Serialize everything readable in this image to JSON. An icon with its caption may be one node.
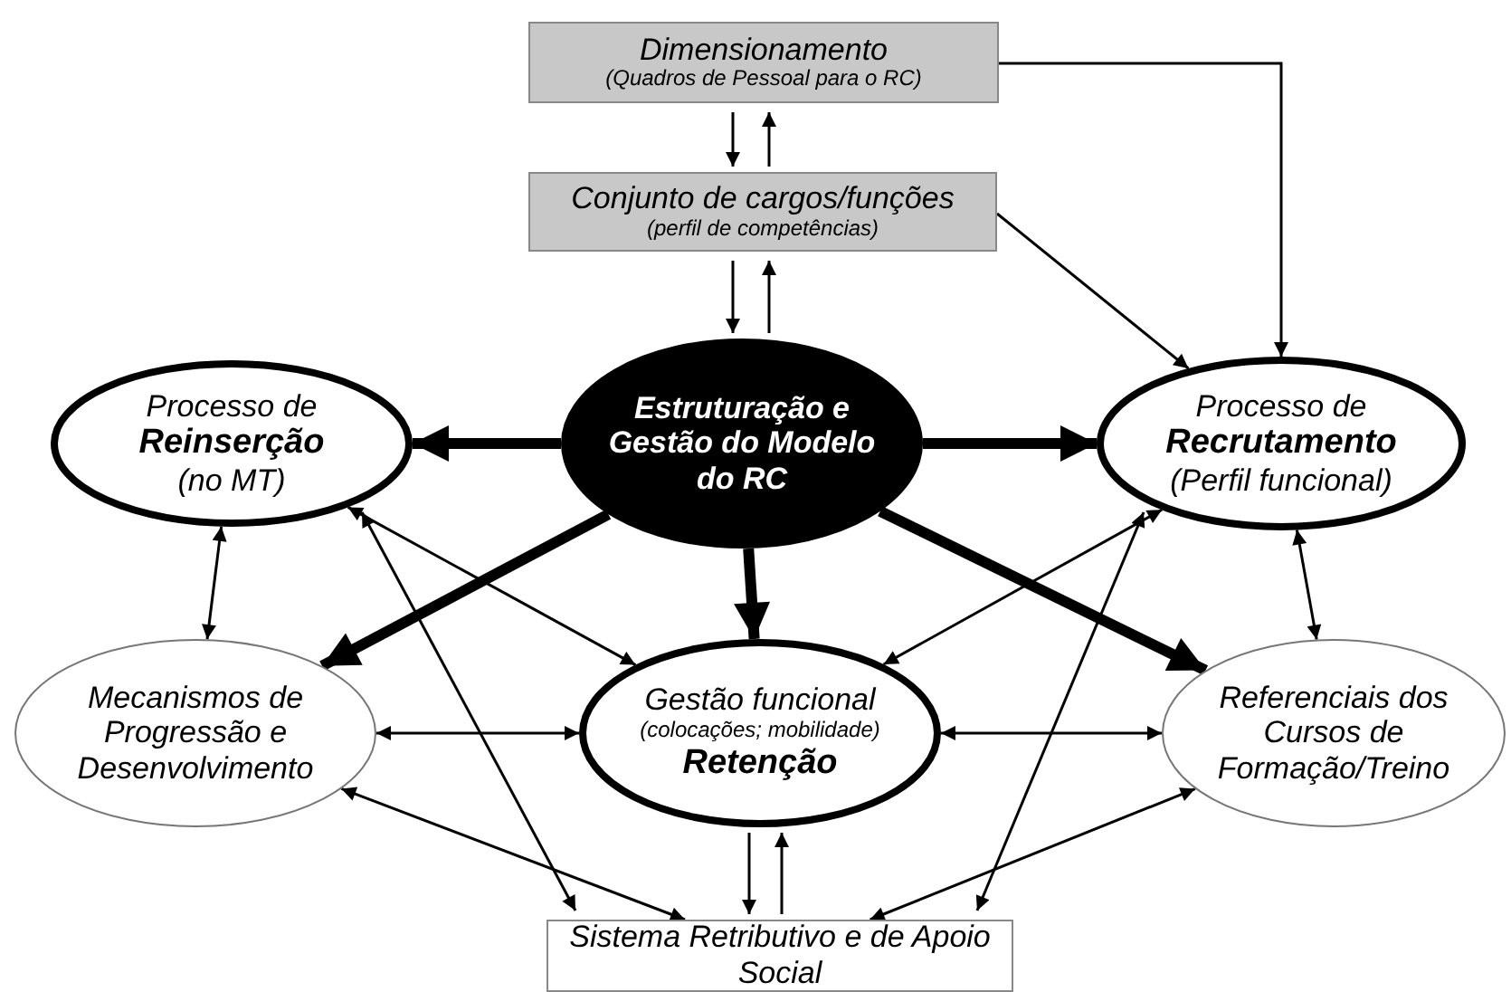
{
  "diagram": {
    "nodes": [
      {
        "text": [
          "Dimensionamento",
          "(Quadros de Pessoal para o RC)"
        ]
      },
      {
        "text": [
          "Conjunto de cargos/funções",
          "(perfil de competências)"
        ]
      },
      {
        "text": [
          "Processo de",
          "Reinserção",
          "(no MT)"
        ]
      },
      {
        "text": [
          "Estruturação e Gestão do Modelo do RC"
        ]
      },
      {
        "text": [
          "Processo de",
          "Recrutamento",
          "(Perfil funcional)"
        ]
      },
      {
        "text": [
          "Mecanismos de Progressão e Desenvolvimento"
        ]
      },
      {
        "text": [
          "Gestão funcional",
          "(colocações; mobilidade)",
          "Retenção"
        ]
      },
      {
        "text": [
          "Referenciais dos Cursos de Formação/Treino"
        ]
      },
      {
        "text": [
          "Sistema Retributivo e de Apoio Social"
        ]
      }
    ],
    "edges": [
      {
        "from": 0,
        "to": 1,
        "arrow": "to"
      },
      {
        "from": 1,
        "to": 0,
        "arrow": "to"
      },
      {
        "from": 0,
        "to": 4,
        "arrow": "to"
      },
      {
        "from": 1,
        "to": 4,
        "arrow": "to"
      },
      {
        "from": 1,
        "to": 3,
        "arrow": "to"
      },
      {
        "from": 3,
        "to": 1,
        "arrow": "to"
      },
      {
        "from": 3,
        "to": 2,
        "arrow": "to",
        "style": "thick"
      },
      {
        "from": 3,
        "to": 4,
        "arrow": "to",
        "style": "thick"
      },
      {
        "from": 3,
        "to": 5,
        "arrow": "to",
        "style": "thick"
      },
      {
        "from": 3,
        "to": 6,
        "arrow": "to",
        "style": "thick"
      },
      {
        "from": 3,
        "to": 7,
        "arrow": "to",
        "style": "thick"
      },
      {
        "from": 2,
        "to": 5,
        "arrow": "both"
      },
      {
        "from": 2,
        "to": 6,
        "arrow": "both"
      },
      {
        "from": 2,
        "to": 8,
        "arrow": "both"
      },
      {
        "from": 4,
        "to": 6,
        "arrow": "both"
      },
      {
        "from": 4,
        "to": 8,
        "arrow": "both"
      },
      {
        "from": 4,
        "to": 7,
        "arrow": "both"
      },
      {
        "from": 5,
        "to": 6,
        "arrow": "both"
      },
      {
        "from": 6,
        "to": 7,
        "arrow": "both"
      },
      {
        "from": 5,
        "to": 8,
        "arrow": "both"
      },
      {
        "from": 7,
        "to": 8,
        "arrow": "both"
      },
      {
        "from": 6,
        "to": 8,
        "arrow": "to"
      },
      {
        "from": 8,
        "to": 6,
        "arrow": "to"
      }
    ]
  }
}
